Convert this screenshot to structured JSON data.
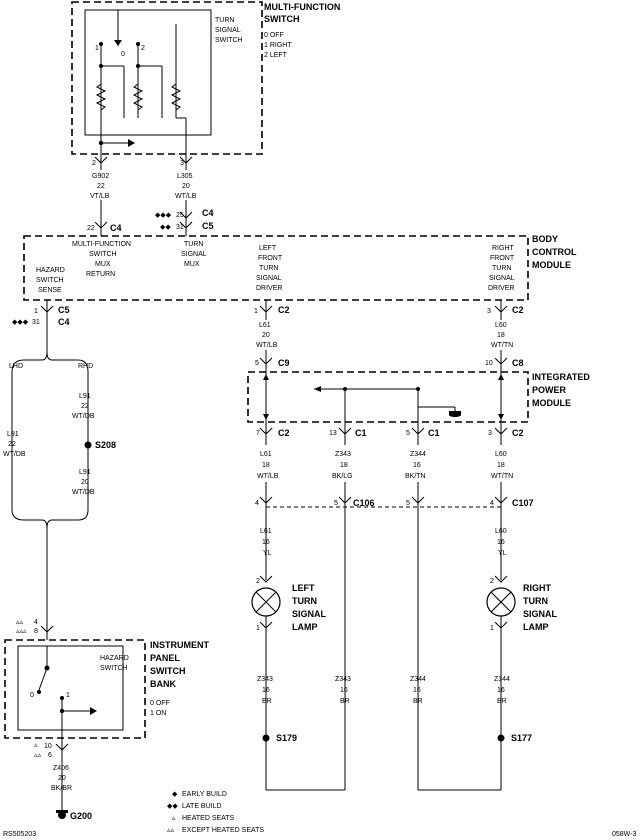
{
  "multi_function_switch": {
    "title_line1": "MULTI-FUNCTION",
    "title_line2": "SWITCH",
    "sub_line1": "TURN",
    "sub_line2": "SIGNAL",
    "sub_line3": "SWITCH",
    "pos0": "0 OFF",
    "pos1": "1 RIGHT",
    "pos2": "2 LEFT",
    "contact_1": "1",
    "contact_0": "0",
    "contact_2": "2",
    "pin_left": "2",
    "pin_right": "3"
  },
  "wires_top": {
    "left": {
      "circuit": "G902",
      "gauge": "22",
      "color": "VT/LB"
    },
    "right": {
      "circuit": "L305",
      "gauge": "20",
      "color": "WT/LB"
    }
  },
  "bcm_connectors": {
    "c4_pin": "22",
    "c4_label": "C4",
    "alt_pins_line1": "25",
    "alt_c4": "C4",
    "alt_pins_line2": "31",
    "alt_c5": "C5"
  },
  "body_control_module": {
    "title_line1": "BODY",
    "title_line2": "CONTROL",
    "title_line3": "MODULE",
    "hazard": [
      "HAZARD",
      "SWITCH",
      "SENSE"
    ],
    "mfs_mux": [
      "MULTI-FUNCTION",
      "SWITCH",
      "MUX",
      "RETURN"
    ],
    "turn_mux": [
      "TURN",
      "SIGNAL",
      "MUX"
    ],
    "left_driver": [
      "LEFT",
      "FRONT",
      "TURN",
      "SIGNAL",
      "DRIVER"
    ],
    "right_driver": [
      "RIGHT",
      "FRONT",
      "TURN",
      "SIGNAL",
      "DRIVER"
    ]
  },
  "bcm_bottom": {
    "hazard_pin": "1",
    "hazard_c5": "C5",
    "hazard_alt_pin": "31",
    "hazard_c4": "C4",
    "left_pin": "1",
    "left_conn": "C2",
    "right_pin": "3",
    "right_conn": "C2"
  },
  "left_circuit": {
    "lhd": "LHD",
    "rhd": "RHD",
    "rhd_wire": {
      "circuit": "L91",
      "gauge": "22",
      "color": "WT/DB"
    },
    "lhd_wire": {
      "circuit": "L91",
      "gauge": "22",
      "color": "WT/DB"
    },
    "splice": "S208",
    "after_splice": {
      "circuit": "L91",
      "gauge": "20",
      "color": "WT/DB"
    }
  },
  "ipm_wires_top": {
    "left": {
      "circuit": "L61",
      "gauge": "20",
      "color": "WT/LB"
    },
    "right": {
      "circuit": "L60",
      "gauge": "18",
      "color": "WT/TN"
    }
  },
  "integrated_power_module": {
    "title_line1": "INTEGRATED",
    "title_line2": "POWER",
    "title_line3": "MODULE",
    "c9_pin": "5",
    "c9": "C9",
    "c8_pin": "10",
    "c8": "C8",
    "out_pins": [
      {
        "pin": "7",
        "conn": "C2"
      },
      {
        "pin": "13",
        "conn": "C1"
      },
      {
        "pin": "5",
        "conn": "C1"
      },
      {
        "pin": "3",
        "conn": "C2"
      }
    ]
  },
  "ipm_wires_bottom": [
    {
      "circuit": "L61",
      "gauge": "18",
      "color": "WT/LB"
    },
    {
      "circuit": "Z343",
      "gauge": "18",
      "color": "BK/LG"
    },
    {
      "circuit": "Z344",
      "gauge": "16",
      "color": "BK/TN"
    },
    {
      "circuit": "L60",
      "gauge": "18",
      "color": "WT/TN"
    }
  ],
  "mid_connectors": {
    "c106_left_pin": "4",
    "c106_right_pin": "5",
    "c106": "C106",
    "c107_left_pin": "5",
    "c107_right_pin": "4",
    "c107": "C107"
  },
  "lamp_wires_top": {
    "left": {
      "circuit": "L61",
      "gauge": "16",
      "color": "YL"
    },
    "right": {
      "circuit": "L60",
      "gauge": "16",
      "color": "YL"
    }
  },
  "left_lamp": {
    "pin_top": "2",
    "pin_bot": "1",
    "lines": [
      "LEFT",
      "TURN",
      "SIGNAL",
      "LAMP"
    ]
  },
  "right_lamp": {
    "pin_top": "2",
    "pin_bot": "1",
    "lines": [
      "RIGHT",
      "TURN",
      "SIGNAL",
      "LAMP"
    ]
  },
  "ground_wires": [
    {
      "circuit": "Z343",
      "gauge": "16",
      "color": "BR"
    },
    {
      "circuit": "Z343",
      "gauge": "16",
      "color": "BR"
    },
    {
      "circuit": "Z344",
      "gauge": "16",
      "color": "BR"
    },
    {
      "circuit": "Z344",
      "gauge": "16",
      "color": "BR"
    }
  ],
  "splices_bottom": {
    "left": "S179",
    "right": "S177"
  },
  "instrument_panel_switch_bank": {
    "title": [
      "INSTRUMENT",
      "PANEL",
      "SWITCH",
      "BANK"
    ],
    "sub": [
      "HAZARD",
      "SWITCH"
    ],
    "pos0": "0 OFF",
    "pos1": "1 ON",
    "contact_0": "0",
    "contact_1": "1",
    "pin_top_1": "4",
    "pin_top_2": "8",
    "pin_bot_1": "10",
    "pin_bot_2": "6"
  },
  "ground": {
    "wire": {
      "circuit": "Z406",
      "gauge": "20",
      "color": "BK/BR"
    },
    "label": "G200"
  },
  "legend": {
    "early": "EARLY BUILD",
    "late": "LATE BUILD",
    "heated": "HEATED SEATS",
    "except_heated": "EXCEPT HEATED SEATS"
  },
  "footer": {
    "left": "RS505203",
    "right": "058W-3"
  }
}
